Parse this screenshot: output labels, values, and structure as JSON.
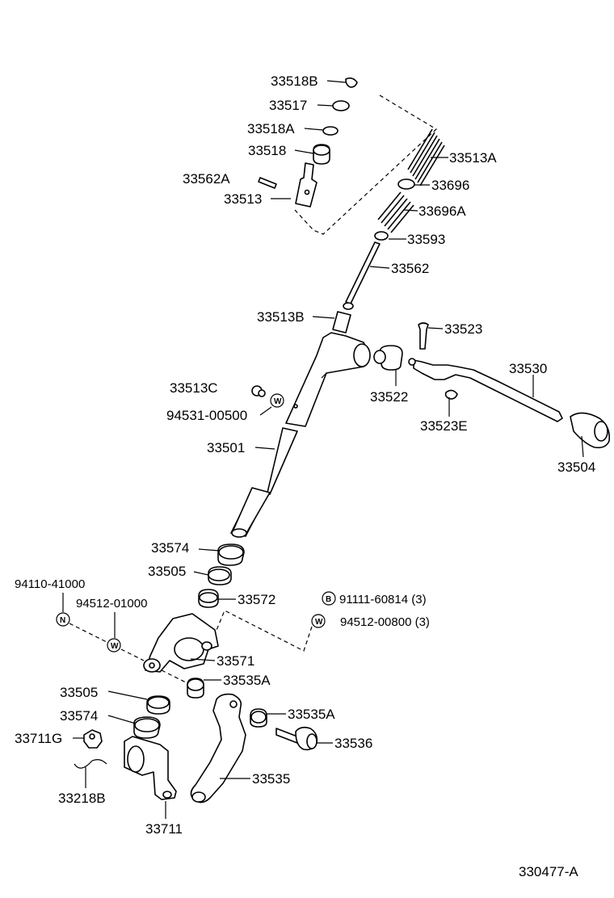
{
  "diagram_id": "330477-A",
  "labels": {
    "p33518B": "33518B",
    "p33517": "33517",
    "p33518A": "33518A",
    "p33518": "33518",
    "p33562A": "33562A",
    "p33513": "33513",
    "p33513A": "33513A",
    "p33696": "33696",
    "p33696A": "33696A",
    "p33593": "33593",
    "p33562": "33562",
    "p33513B": "33513B",
    "p33523": "33523",
    "p33530": "33530",
    "p33513C": "33513C",
    "p94531": "94531-00500",
    "p33522": "33522",
    "p33523E": "33523E",
    "p33501": "33501",
    "p33504": "33504",
    "p33574a": "33574",
    "p33505a": "33505",
    "p33572": "33572",
    "p94110": "94110-41000",
    "p94512_01": "94512-01000",
    "p91111": "91111-60814 (3)",
    "p94512_08": "94512-00800 (3)",
    "p33571": "33571",
    "p33535A_1": "33535A",
    "p33505b": "33505",
    "p33535A_2": "33535A",
    "p33574b": "33574",
    "p33711G": "33711G",
    "p33536": "33536",
    "p33218B": "33218B",
    "p33535": "33535",
    "p33711": "33711"
  },
  "badges": {
    "w": "W",
    "n": "N",
    "b": "B"
  }
}
